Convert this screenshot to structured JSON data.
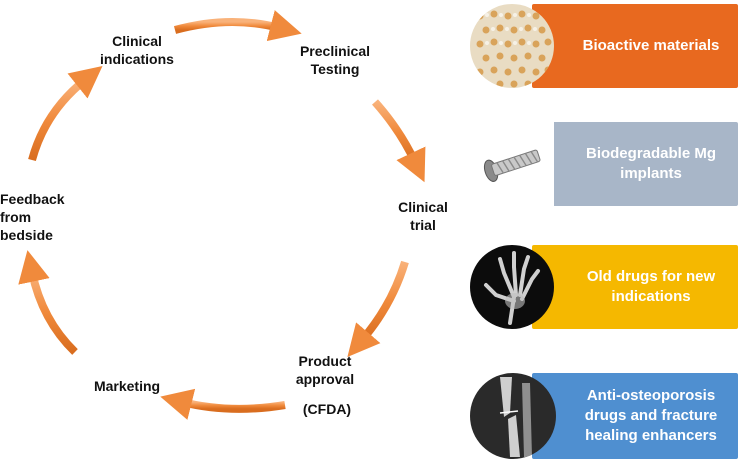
{
  "cycle": {
    "clinical_indications": "Clinical indications",
    "preclinical_testing": "Preclinical Testing",
    "clinical_trial": "Clinical trial",
    "product_approval": "Product approval",
    "cfda": "(CFDA)",
    "marketing": "Marketing",
    "feedback": "Feedback from bedside"
  },
  "panels": [
    {
      "text": "Bioactive materials",
      "color": "#e8691f",
      "icon": "mesh-material-icon"
    },
    {
      "text": "Biodegradable Mg implants",
      "color": "#a8b6c8",
      "icon": "screw-implant-icon"
    },
    {
      "text": "Old drugs for new indications",
      "color": "#f5b800",
      "icon": "hand-xray-icon"
    },
    {
      "text": "Anti-osteoporosis drugs and fracture healing enhancers",
      "color": "#4f8fd0",
      "icon": "bone-fracture-xray-icon"
    }
  ],
  "colors": {
    "arrow": "#f08a3c",
    "arrow_dark": "#d96d1f"
  }
}
